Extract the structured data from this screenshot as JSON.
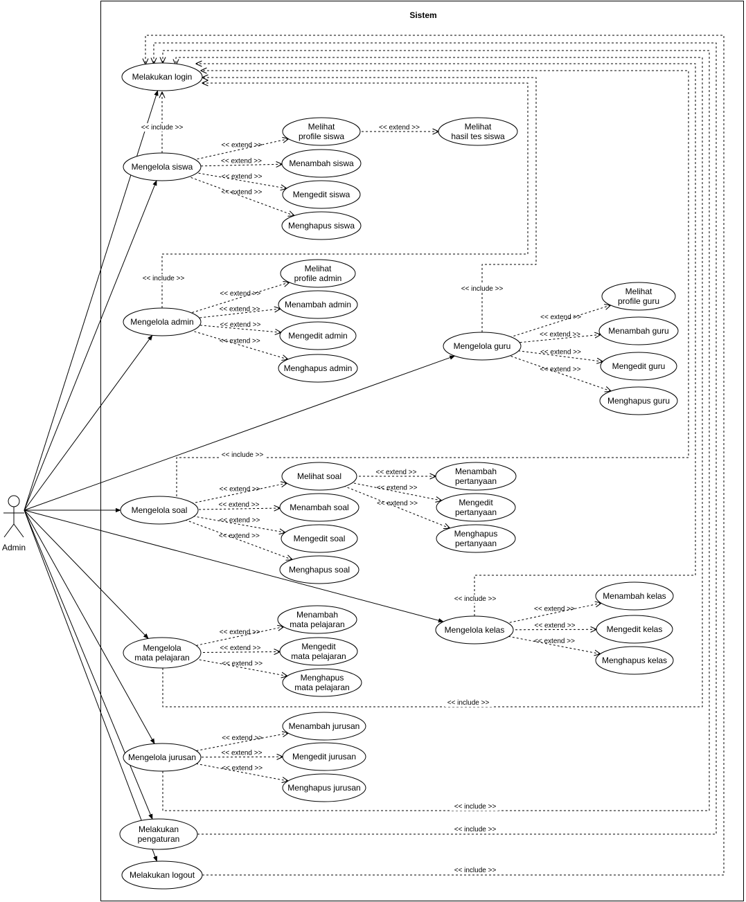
{
  "system": {
    "title": "Sistem"
  },
  "actor": {
    "name": "Admin"
  },
  "labels": {
    "include": "<< include >>",
    "extend": "<< extend >>"
  },
  "use_cases": {
    "login": [
      "Melakukan login"
    ],
    "siswa": [
      "Mengelola siswa"
    ],
    "siswa_lihat": [
      "Melihat",
      "profile siswa"
    ],
    "siswa_hasil": [
      "Melihat",
      "hasil tes siswa"
    ],
    "siswa_tambah": [
      "Menambah siswa"
    ],
    "siswa_edit": [
      "Mengedit siswa"
    ],
    "siswa_hapus": [
      "Menghapus siswa"
    ],
    "admin": [
      "Mengelola admin"
    ],
    "admin_lihat": [
      "Melihat",
      "profile admin"
    ],
    "admin_tambah": [
      "Menambah admin"
    ],
    "admin_edit": [
      "Mengedit admin"
    ],
    "admin_hapus": [
      "Menghapus admin"
    ],
    "guru": [
      "Mengelola guru"
    ],
    "guru_lihat": [
      "Melihat",
      "profile guru"
    ],
    "guru_tambah": [
      "Menambah guru"
    ],
    "guru_edit": [
      "Mengedit guru"
    ],
    "guru_hapus": [
      "Menghapus guru"
    ],
    "soal": [
      "Mengelola soal"
    ],
    "soal_lihat": [
      "Melihat soal"
    ],
    "soal_tambah": [
      "Menambah soal"
    ],
    "soal_edit": [
      "Mengedit soal"
    ],
    "soal_hapus": [
      "Menghapus soal"
    ],
    "pert_tambah": [
      "Menambah",
      "pertanyaan"
    ],
    "pert_edit": [
      "Mengedit",
      "pertanyaan"
    ],
    "pert_hapus": [
      "Menghapus",
      "pertanyaan"
    ],
    "kelas": [
      "Mengelola kelas"
    ],
    "kelas_tambah": [
      "Menambah kelas"
    ],
    "kelas_edit": [
      "Mengedit kelas"
    ],
    "kelas_hapus": [
      "Menghapus kelas"
    ],
    "mapel": [
      "Mengelola",
      "mata pelajaran"
    ],
    "mapel_tambah": [
      "Menambah",
      "mata pelajaran"
    ],
    "mapel_edit": [
      "Mengedit",
      "mata pelajaran"
    ],
    "mapel_hapus": [
      "Menghapus",
      "mata pelajaran"
    ],
    "jurusan": [
      "Mengelola jurusan"
    ],
    "jurusan_tambah": [
      "Menambah jurusan"
    ],
    "jurusan_edit": [
      "Mengedit jurusan"
    ],
    "jurusan_hapus": [
      "Menghapus jurusan"
    ],
    "pengaturan": [
      "Melakukan",
      "pengaturan"
    ],
    "logout": [
      "Melakukan logout"
    ]
  },
  "associations": [
    "login",
    "siswa",
    "admin",
    "guru",
    "soal",
    "kelas",
    "mapel",
    "jurusan",
    "pengaturan",
    "logout"
  ],
  "extends": [
    [
      "siswa_lihat",
      "siswa"
    ],
    [
      "siswa_tambah",
      "siswa"
    ],
    [
      "siswa_edit",
      "siswa"
    ],
    [
      "siswa_hapus",
      "siswa"
    ],
    [
      "siswa_hasil",
      "siswa_lihat"
    ],
    [
      "admin_lihat",
      "admin"
    ],
    [
      "admin_tambah",
      "admin"
    ],
    [
      "admin_edit",
      "admin"
    ],
    [
      "admin_hapus",
      "admin"
    ],
    [
      "guru_lihat",
      "guru"
    ],
    [
      "guru_tambah",
      "guru"
    ],
    [
      "guru_edit",
      "guru"
    ],
    [
      "guru_hapus",
      "guru"
    ],
    [
      "soal_lihat",
      "soal"
    ],
    [
      "soal_tambah",
      "soal"
    ],
    [
      "soal_edit",
      "soal"
    ],
    [
      "soal_hapus",
      "soal"
    ],
    [
      "pert_tambah",
      "soal_lihat"
    ],
    [
      "pert_edit",
      "soal_lihat"
    ],
    [
      "pert_hapus",
      "soal_lihat"
    ],
    [
      "kelas_tambah",
      "kelas"
    ],
    [
      "kelas_edit",
      "kelas"
    ],
    [
      "kelas_hapus",
      "kelas"
    ],
    [
      "mapel_tambah",
      "mapel"
    ],
    [
      "mapel_edit",
      "mapel"
    ],
    [
      "mapel_hapus",
      "mapel"
    ],
    [
      "jurusan_tambah",
      "jurusan"
    ],
    [
      "jurusan_edit",
      "jurusan"
    ],
    [
      "jurusan_hapus",
      "jurusan"
    ]
  ],
  "includes": [
    [
      "siswa",
      "login"
    ],
    [
      "admin",
      "login"
    ],
    [
      "guru",
      "login"
    ],
    [
      "soal",
      "login"
    ],
    [
      "kelas",
      "login"
    ],
    [
      "mapel",
      "login"
    ],
    [
      "jurusan",
      "login"
    ],
    [
      "pengaturan",
      "login"
    ],
    [
      "logout",
      "login"
    ]
  ]
}
